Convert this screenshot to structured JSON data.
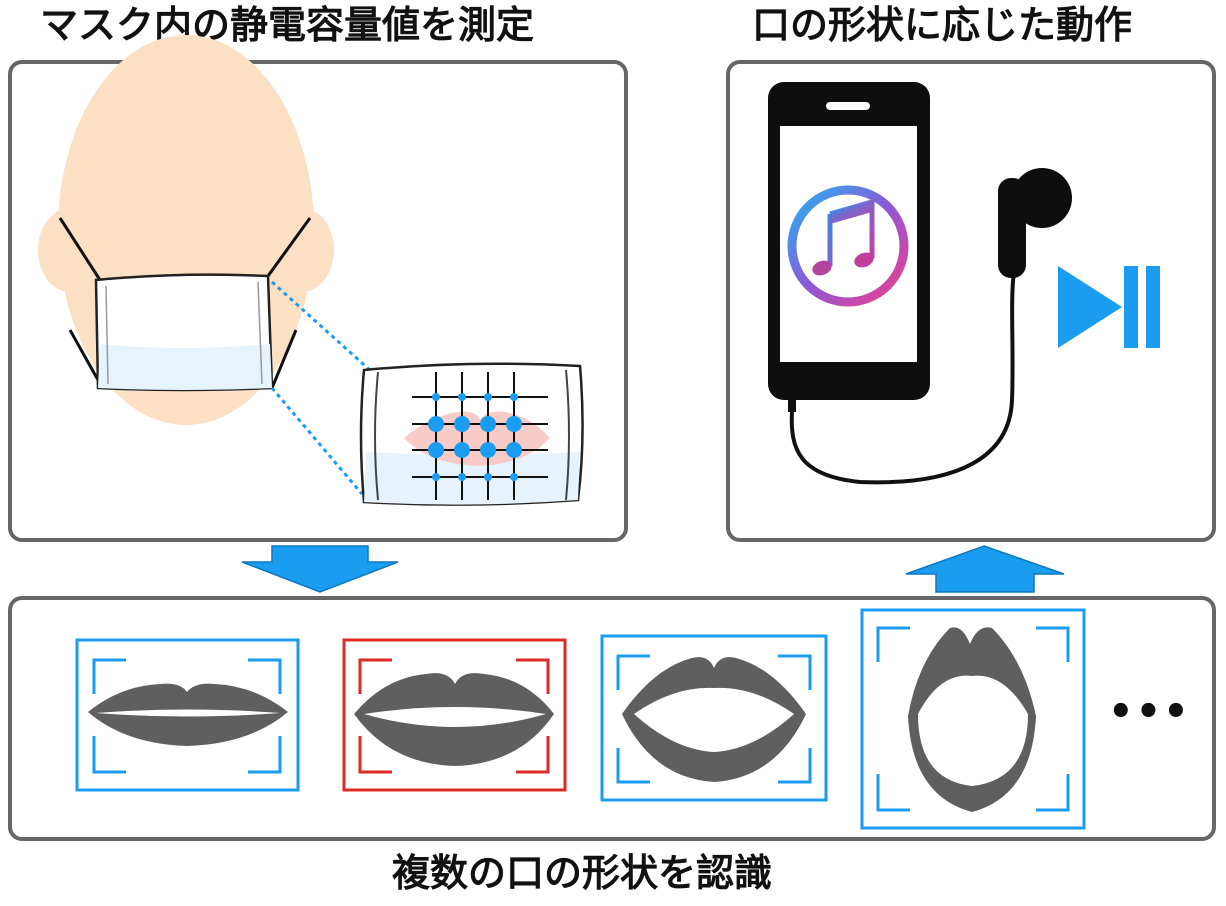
{
  "titles": {
    "measure": "マスク内の静電容量値を測定",
    "action": "口の形状に応じた動作",
    "recognize": "複数の口の形状を認識"
  },
  "ellipsis": "•••",
  "colors": {
    "accent_blue": "#1a9cf0",
    "selected_red": "#dd2a24",
    "lip_gray": "#5f5f5f",
    "skin": "#fbe0c4",
    "frame_gray": "#666666"
  },
  "icons": {
    "phone": "smartphone-icon",
    "music": "music-note-icon",
    "earphone": "earphone-icon",
    "play_pause": "play-pause-icon",
    "arrow_down": "down-arrow-icon",
    "arrow_up": "up-arrow-icon"
  },
  "mouth_shapes": [
    {
      "id": "closed",
      "frame_color": "blue"
    },
    {
      "id": "slightly-open",
      "frame_color": "red"
    },
    {
      "id": "open-wide",
      "frame_color": "blue"
    },
    {
      "id": "open-tall",
      "frame_color": "blue"
    }
  ]
}
